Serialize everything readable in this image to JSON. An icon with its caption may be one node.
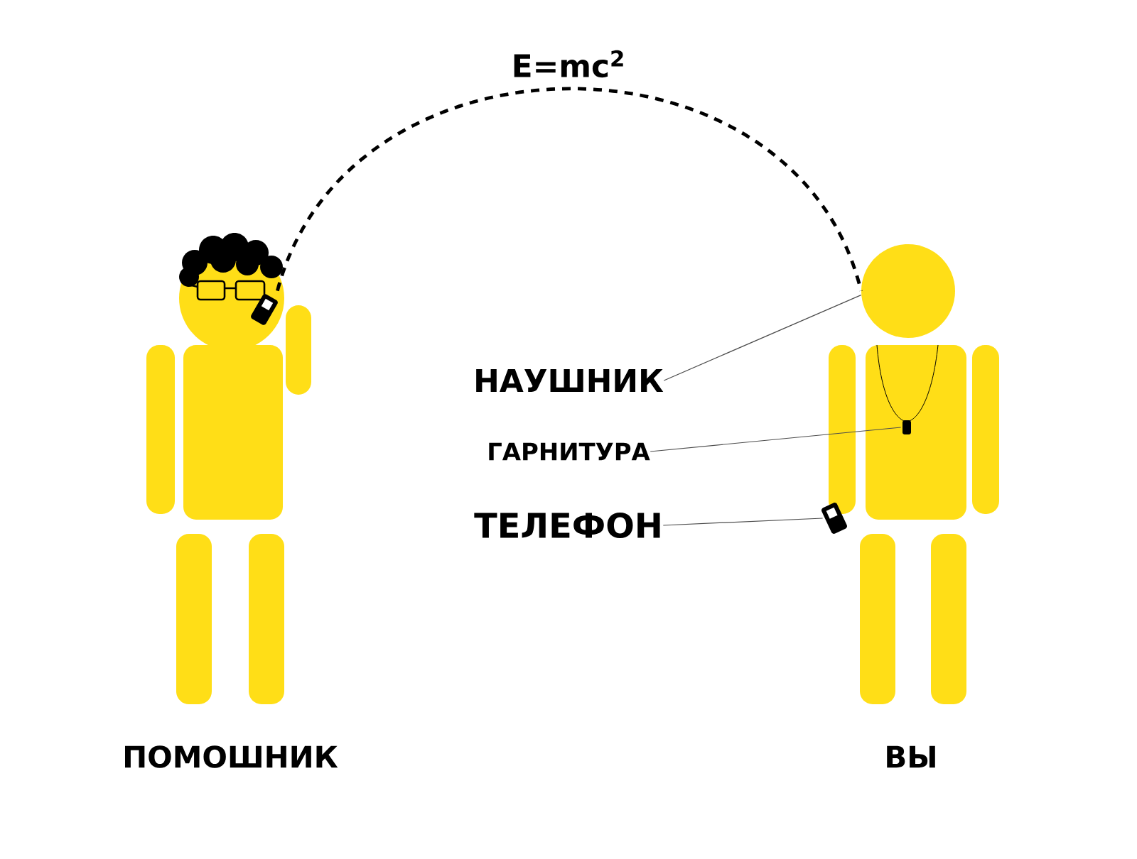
{
  "diagram": {
    "nodes": [
      {
        "text": [],
        "shape": "person",
        "beside": [
          "ПОМОШНИК"
        ]
      },
      {
        "text": [],
        "shape": "picture",
        "in": 0
      },
      {
        "text": [],
        "shape": "person",
        "beside": [
          "ВЫ"
        ]
      },
      {
        "text": [
          "НАУШНИК"
        ]
      },
      {
        "text": [
          "ГАРНИТУРА"
        ]
      },
      {
        "text": [
          "ТЕЛЕФОН"
        ]
      },
      {
        "text": [],
        "shape": "box",
        "in": 2
      },
      {
        "text": [],
        "shape": "picture",
        "in": 2
      }
    ],
    "edges": [
      {
        "from": 1,
        "to": 2,
        "arrow": "none",
        "style": "dashed",
        "label": "E=mc$^{2}$"
      },
      {
        "from": 3,
        "to": 2,
        "arrow": "none"
      },
      {
        "from": 4,
        "to": 6,
        "arrow": "none"
      },
      {
        "from": 5,
        "to": 7,
        "arrow": "none"
      }
    ]
  }
}
